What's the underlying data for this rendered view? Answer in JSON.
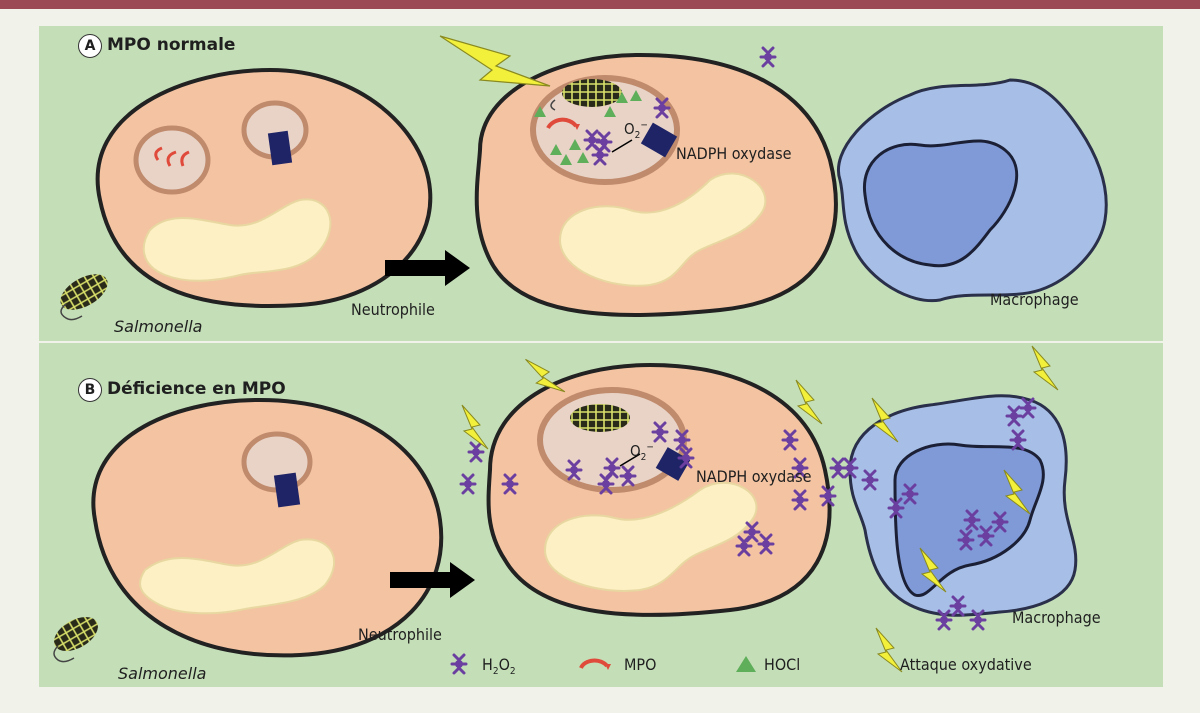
{
  "panel_a": {
    "letter": "A",
    "title": "MPO normale"
  },
  "panel_b": {
    "letter": "B",
    "title": "Déficience en MPO"
  },
  "labels": {
    "neutrophile": "Neutrophile",
    "salmonella": "Salmonella",
    "macrophage": "Macrophage",
    "nadph_oxydase": "NADPH oxydase",
    "superoxide": "O",
    "superoxide_sub": "2",
    "superoxide_sup": "−"
  },
  "legend": {
    "h2o2": {
      "main": "H",
      "sub1": "2",
      "mid": "O",
      "sub2": "2"
    },
    "mpo": "MPO",
    "hocl": "HOCl",
    "attack": "Attaque oxydative"
  },
  "colors": {
    "background": "#c4dfb8",
    "neutrophil": "#f3c3a2",
    "nucleus": "#fcf0c4",
    "macrophage": "#a7bfe6",
    "macrophage_nucleus": "#7f9ad6",
    "nadph": "#1f2466",
    "h2o2": "#6b3fa0",
    "mpo": "#e04a3a",
    "hocl": "#5fae5a",
    "lightning": "#f2f03a"
  }
}
